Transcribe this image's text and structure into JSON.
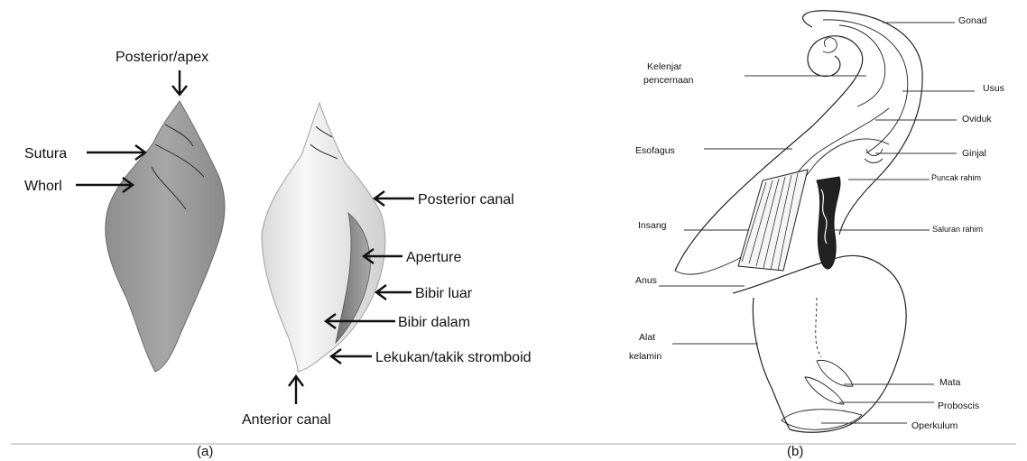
{
  "panel_a": {
    "caption": "(a)",
    "labels": {
      "posterior_apex": "Posterior/apex",
      "sutura": "Sutura",
      "whorl": "Whorl",
      "posterior_canal": "Posterior canal",
      "aperture": "Aperture",
      "bibir_luar": "Bibir luar",
      "bibir_dalam": "Bibir dalam",
      "lekukan": "Lekukan/takik stromboid",
      "anterior_canal": "Anterior canal"
    }
  },
  "panel_b": {
    "caption": "(b)",
    "labels": {
      "gonad": "Gonad",
      "kelenjar_1": "Kelenjar",
      "kelenjar_2": "pencernaan",
      "usus": "Usus",
      "oviduk": "Oviduk",
      "esofagus": "Esofagus",
      "ginjal": "Ginjal",
      "puncak_rahim": "Puncak rahim",
      "insang": "Insang",
      "saluran_rahim": "Saluran rahim",
      "anus": "Anus",
      "alat_1": "Alat",
      "alat_2": "kelamin",
      "mata": "Mata",
      "proboscis": "Proboscis",
      "operkulum": "Operkulum"
    }
  }
}
